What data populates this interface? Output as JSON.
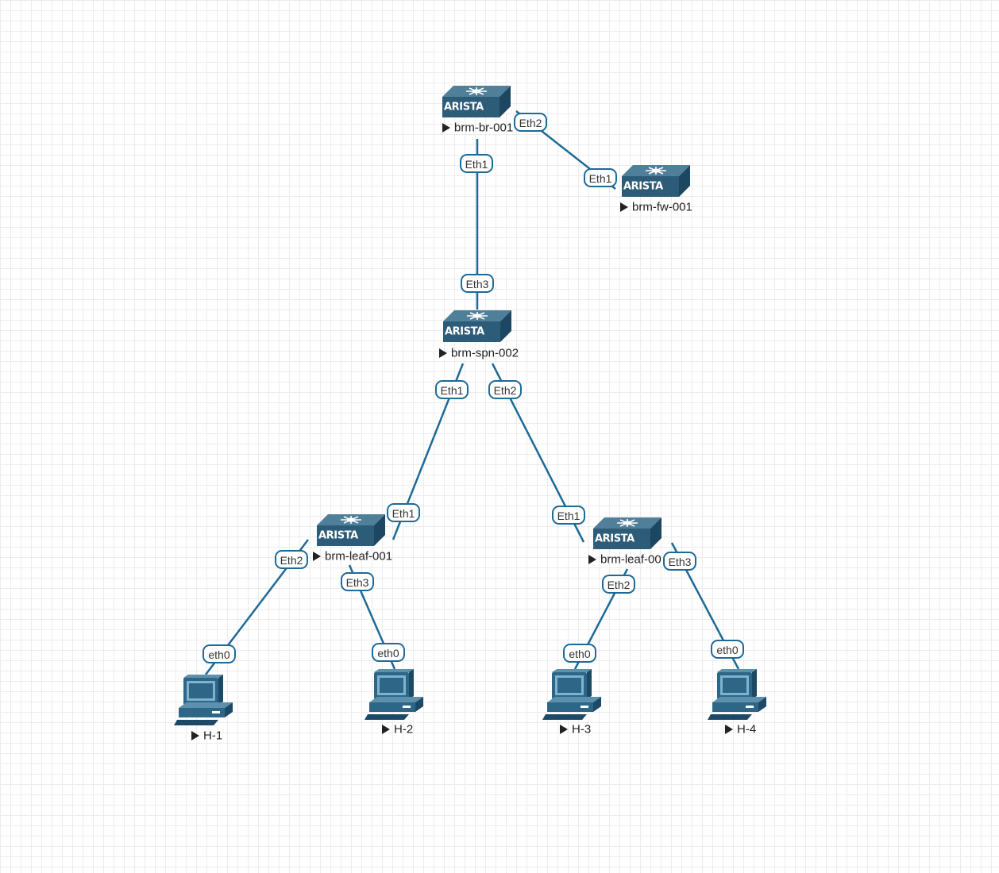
{
  "colors": {
    "link": "#1d6a96",
    "device": "#2c5c78",
    "grid": "#ececec",
    "background": "#ffffff"
  },
  "devices": [
    {
      "id": "brm-br-001",
      "name": "brm-br-001",
      "kind": "switch",
      "brand": "ARISTA",
      "icon": "arista-switch-icon"
    },
    {
      "id": "brm-fw-001",
      "name": "brm-fw-001",
      "kind": "switch",
      "brand": "ARISTA",
      "icon": "arista-switch-icon"
    },
    {
      "id": "brm-spn-002",
      "name": "brm-spn-002",
      "kind": "switch",
      "brand": "ARISTA",
      "icon": "arista-switch-icon"
    },
    {
      "id": "brm-leaf-001",
      "name": "brm-leaf-001",
      "kind": "switch",
      "brand": "ARISTA",
      "icon": "arista-switch-icon"
    },
    {
      "id": "brm-leaf-002",
      "name": "brm-leaf-00",
      "kind": "switch",
      "brand": "ARISTA",
      "icon": "arista-switch-icon"
    },
    {
      "id": "H-1",
      "name": "H-1",
      "kind": "host",
      "icon": "workstation-icon"
    },
    {
      "id": "H-2",
      "name": "H-2",
      "kind": "host",
      "icon": "workstation-icon"
    },
    {
      "id": "H-3",
      "name": "H-3",
      "kind": "host",
      "icon": "workstation-icon"
    },
    {
      "id": "H-4",
      "name": "H-4",
      "kind": "host",
      "icon": "workstation-icon"
    }
  ],
  "links": [
    {
      "from": "brm-br-001",
      "from_port": "Eth2",
      "to": "brm-fw-001",
      "to_port": "Eth1"
    },
    {
      "from": "brm-br-001",
      "from_port": "Eth1",
      "to": "brm-spn-002",
      "to_port": "Eth3"
    },
    {
      "from": "brm-spn-002",
      "from_port": "Eth1",
      "to": "brm-leaf-001",
      "to_port": "Eth1"
    },
    {
      "from": "brm-spn-002",
      "from_port": "Eth2",
      "to": "brm-leaf-002",
      "to_port": "Eth1"
    },
    {
      "from": "brm-leaf-001",
      "from_port": "Eth2",
      "to": "H-1",
      "to_port": "eth0"
    },
    {
      "from": "brm-leaf-001",
      "from_port": "Eth3",
      "to": "H-2",
      "to_port": "eth0"
    },
    {
      "from": "brm-leaf-002",
      "from_port": "Eth2",
      "to": "H-3",
      "to_port": "eth0"
    },
    {
      "from": "brm-leaf-002",
      "from_port": "Eth3",
      "to": "H-4",
      "to_port": "eth0"
    }
  ]
}
